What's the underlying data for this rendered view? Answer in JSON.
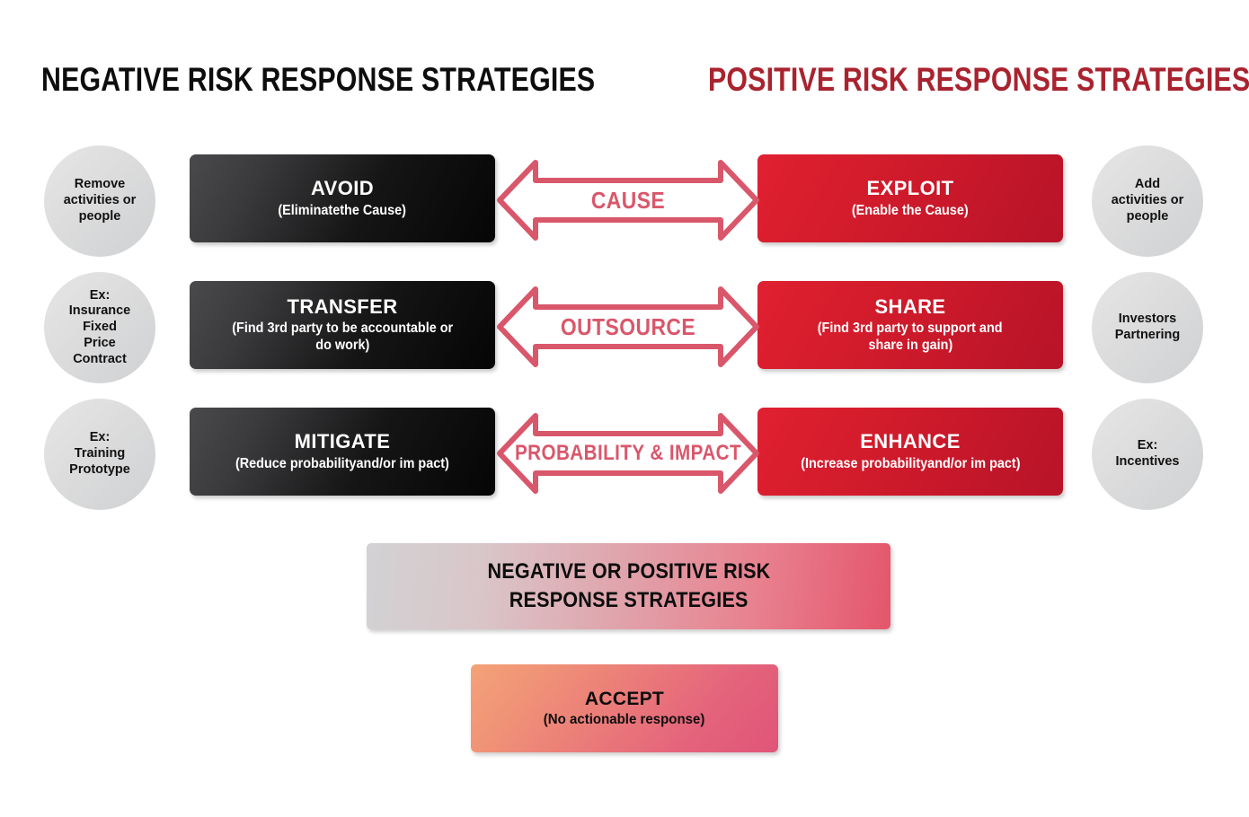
{
  "headings": {
    "negative": "NEGATIVE RISK RESPONSE STRATEGIES",
    "positive": "POSITIVE RISK RESPONSE STRATEGIES",
    "negative_color": "#0d0d0d",
    "positive_color": "#a9232f"
  },
  "left_circles": [
    {
      "lines": [
        "Remove",
        "activities or",
        "people"
      ]
    },
    {
      "lines": [
        "Ex:",
        "Insurance",
        "Fixed",
        "Price",
        "Contract"
      ]
    },
    {
      "lines": [
        "Ex:",
        "Training",
        "Prototype"
      ]
    }
  ],
  "right_circles": [
    {
      "lines": [
        "Add",
        "activities or",
        "people"
      ]
    },
    {
      "lines": [
        "Investors",
        "Partnering"
      ]
    },
    {
      "lines": [
        "Ex:",
        "Incentives"
      ]
    }
  ],
  "negative_boxes": [
    {
      "title": "AVOID",
      "sub": [
        "(Eliminatethe Cause)"
      ]
    },
    {
      "title": "TRANSFER",
      "sub": [
        "(Find 3rd party to be accountable or",
        "do work)"
      ]
    },
    {
      "title": "MITIGATE",
      "sub": [
        "(Reduce probabilityand/or im pact)"
      ]
    }
  ],
  "positive_boxes": [
    {
      "title": "EXPLOIT",
      "sub": [
        "(Enable the Cause)"
      ]
    },
    {
      "title": "SHARE",
      "sub": [
        "(Find 3rd party to support and",
        "share in gain)"
      ]
    },
    {
      "title": "ENHANCE",
      "sub": [
        "(Increase probabilityand/or im pact)"
      ]
    }
  ],
  "arrows": [
    {
      "label": "CAUSE"
    },
    {
      "label": "OUTSOURCE"
    },
    {
      "label": "PROBABILITY & IMPACT"
    }
  ],
  "arrow_color": "#d9576b",
  "bottom_bar": {
    "line1": "NEGATIVE OR POSITIVE RISK",
    "line2": "RESPONSE STRATEGIES"
  },
  "accept_box": {
    "title": "ACCEPT",
    "sub": "(No actionable response)"
  },
  "colors": {
    "black_box": "#0d0d0d",
    "red_box": "#c9182b",
    "circle_gray": "#dcdcdd",
    "accept_orange": "#f4a278",
    "accept_pink": "#e05578"
  }
}
